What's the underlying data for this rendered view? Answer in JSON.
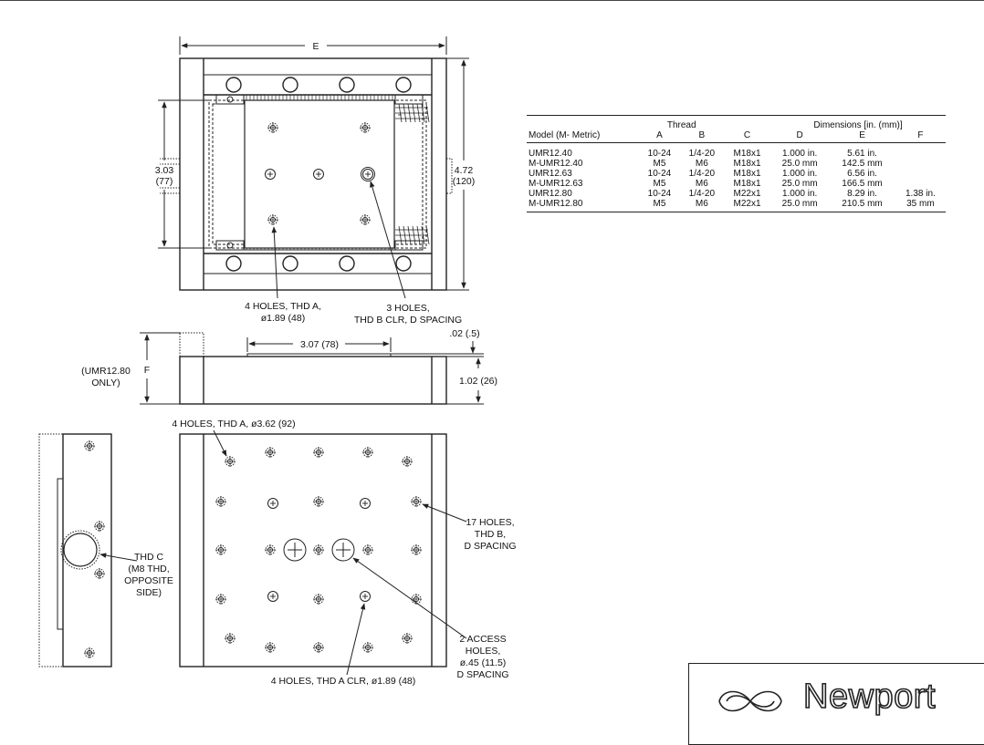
{
  "dims": {
    "e": "E",
    "h1": "3.03",
    "h1_mm": "(77)",
    "h2": "4.72",
    "h2_mm": "(120)",
    "w307": "3.07 (78)",
    "t02": ".02 (.5)",
    "t102": "1.02 (26)",
    "f": "F",
    "umr_note_1": "(UMR12.80",
    "umr_note_2": "ONLY)"
  },
  "callouts": {
    "top_a_1": "4 HOLES, THD A,",
    "top_a_2": "ø1.89 (48)",
    "top_b_1": "3 HOLES,",
    "top_b_2": "THD B CLR, D SPACING",
    "bot_a": "4 HOLES, THD A, ø3.62 (92)",
    "bot_b_1": "17 HOLES,",
    "bot_b_2": "THD B,",
    "bot_b_3": "D SPACING",
    "thd_c_1": "THD C",
    "thd_c_2": "(M8 THD,",
    "thd_c_3": "OPPOSITE",
    "thd_c_4": "SIDE)",
    "access_1": "2 ACCESS",
    "access_2": "HOLES,",
    "access_3": "ø.45 (11.5)",
    "access_4": "D SPACING",
    "bot_a_clr": "4 HOLES, THD A CLR, ø1.89 (48)"
  },
  "table": {
    "group_thread": "Thread",
    "group_dims": "Dimensions [in. (mm)]",
    "columns": [
      "Model (M- Metric)",
      "A",
      "B",
      "C",
      "D",
      "E",
      "F"
    ],
    "rows": [
      [
        "UMR12.40",
        "10-24",
        "1/4-20",
        "M18x1",
        "1.000 in.",
        "5.61 in.",
        ""
      ],
      [
        "M-UMR12.40",
        "M5",
        "M6",
        "M18x1",
        "25.0 mm",
        "142.5 mm",
        ""
      ],
      [
        "UMR12.63",
        "10-24",
        "1/4-20",
        "M18x1",
        "1.000 in.",
        "6.56 in.",
        ""
      ],
      [
        "M-UMR12.63",
        "M5",
        "M6",
        "M18x1",
        "25.0 mm",
        "166.5 mm",
        ""
      ],
      [
        "UMR12.80",
        "10-24",
        "1/4-20",
        "M22x1",
        "1.000 in.",
        "8.29 in.",
        "1.38 in."
      ],
      [
        "M-UMR12.80",
        "M5",
        "M6",
        "M22x1",
        "25.0 mm",
        "210.5 mm",
        "35 mm"
      ]
    ]
  },
  "brand": {
    "name": "Newport",
    "logo_icon": "newport-swirl-icon"
  }
}
